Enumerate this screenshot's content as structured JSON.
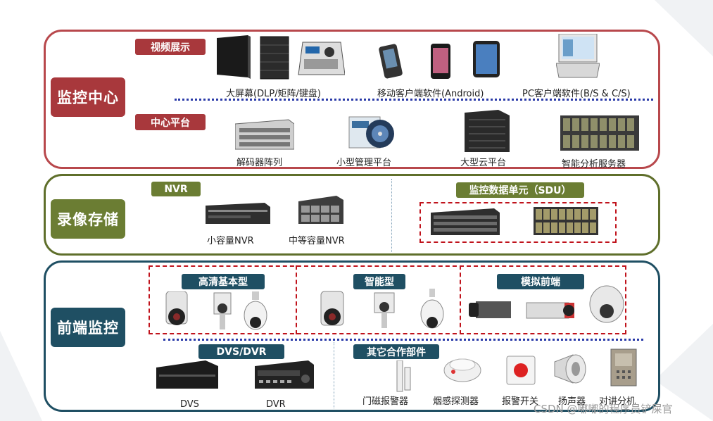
{
  "monitor_center": {
    "label": "监控中心",
    "tag_display": "视频展示",
    "tag_platform": "中心平台",
    "display_items": [
      {
        "caption": "大屏幕(DLP/矩阵/键盘)"
      },
      {
        "caption": "移动客户端软件(Android)"
      },
      {
        "caption": "PC客户端软件(B/S & C/S)"
      }
    ],
    "platform_items": [
      {
        "caption": "解码器阵列"
      },
      {
        "caption": "小型管理平台"
      },
      {
        "caption": "大型云平台"
      },
      {
        "caption": "智能分析服务器"
      }
    ]
  },
  "storage": {
    "label": "录像存储",
    "tag_nvr": "NVR",
    "tag_sdu": "监控数据单元（SDU）",
    "nvr_items": [
      {
        "caption": "小容量NVR"
      },
      {
        "caption": "中等容量NVR"
      }
    ]
  },
  "frontend": {
    "label": "前端监控",
    "tag_hd": "高清基本型",
    "tag_smart": "智能型",
    "tag_analog": "模拟前端",
    "tag_dvs": "DVS/DVR",
    "tag_other": "其它合作部件",
    "dvs_items": [
      {
        "caption": "DVS"
      },
      {
        "caption": "DVR"
      }
    ],
    "other_items": [
      {
        "caption": "门磁报警器"
      },
      {
        "caption": "烟感探测器"
      },
      {
        "caption": "报警开关"
      },
      {
        "caption": "扬声器"
      },
      {
        "caption": "对讲分机"
      }
    ]
  },
  "watermark": "CSDN @嘟嘟的程序员铲屎官",
  "colors": {
    "center": "#a8383c",
    "storage": "#6b7d33",
    "frontend": "#1f4f63",
    "dots": "#2a3aa8",
    "dashed": "#c0131c"
  }
}
